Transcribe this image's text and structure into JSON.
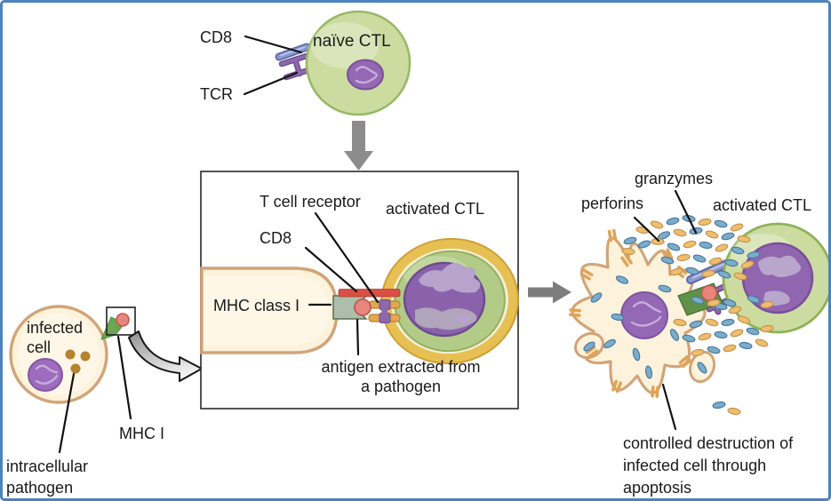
{
  "colors": {
    "frame_border": "#4c82bd",
    "ctl_green_fill": "#ccdca1",
    "ctl_green_edge": "#9ab868",
    "ctl_green_inner": "#b2cb86",
    "nucleus_purple": "#9468b4",
    "nucleus_edge": "#7a5098",
    "nucleus_light": "#c6aeda",
    "nucleus_gray": "#b2a9ba",
    "infected_cream": "#fdf3dc",
    "infected_edge": "#d2a478",
    "gold_ring": "#e7c054",
    "gold_edge": "#cf9f35",
    "mhc_green": "#6aa653",
    "mhc_green_dark": "#5f9148",
    "mhc_sage": "#abbfab",
    "mhc_sage_edge": "#5f6f57",
    "antigen_red": "#e8857c",
    "antigen_edge": "#c05a50",
    "cd8_red_bar": "#d94f43",
    "tcr_orange": "#e2a850",
    "tcr_orange_edge": "#b9822e",
    "receptor_purple": "#8d68ae",
    "receptor_purple_edge": "#6d4b8e",
    "cd8_blue": "#8c98ce",
    "cd8_blue_edge": "#5c6bab",
    "granzyme_blue": "#7aaccb",
    "granzyme_edge": "#4a7a9e",
    "perforin_orange": "#eebd6e",
    "perforin_edge": "#c6934e",
    "pore_orange": "#e0a458",
    "pathogen_brown": "#b5822e",
    "arrow_gray": "#8c8c8c"
  },
  "naive_section": {
    "cd8_label": "CD8",
    "tcr_label": "TCR",
    "cell_label": "naïve CTL"
  },
  "infected_section": {
    "cell_label": "infected cell",
    "mhc_label": "MHC I",
    "pathogen_label": "intracellular pathogen"
  },
  "detail_box": {
    "tcr_label": "T cell receptor",
    "cd8_label": "CD8",
    "mhc_label": "MHC class I",
    "cell_label": "activated CTL",
    "antigen_label": "antigen extracted from a pathogen"
  },
  "killing_section": {
    "granzymes_label": "granzymes",
    "perforins_label": "perforins",
    "cell_label": "activated CTL",
    "apoptosis_label": "controlled destruction of infected cell through apoptosis"
  }
}
